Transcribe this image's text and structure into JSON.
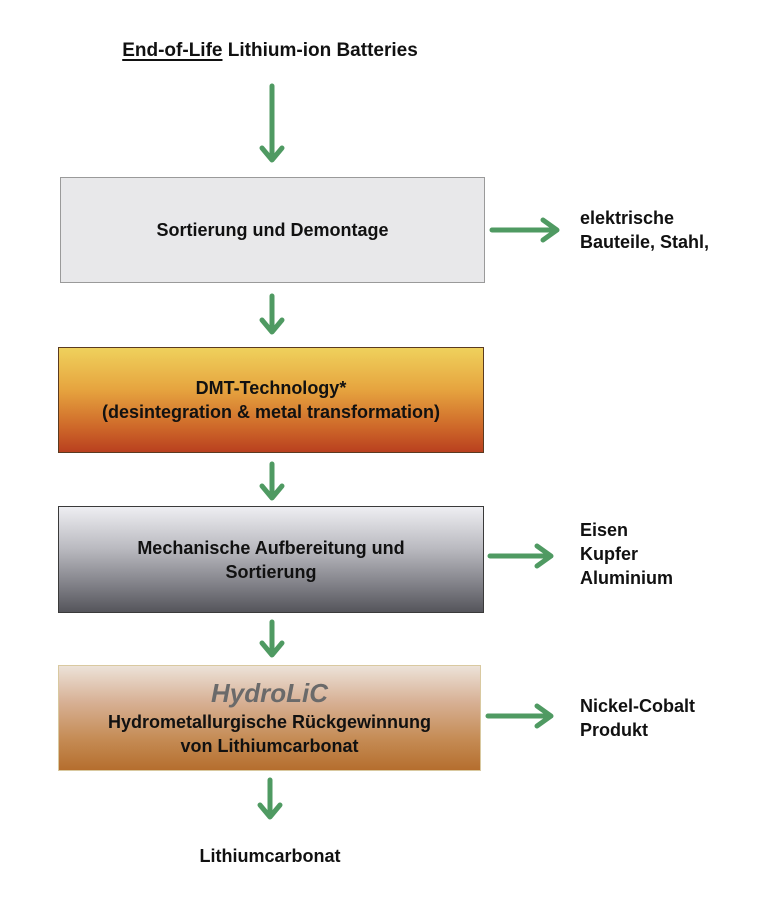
{
  "title": {
    "underlined": "End-of-Life",
    "rest": "Lithium-ion Batteries"
  },
  "steps": {
    "sort": {
      "line1": "Sortierung und Demontage"
    },
    "dmt": {
      "line1": "DMT-Technology*",
      "line2": "(desintegration & metal transformation)"
    },
    "mech": {
      "line1": "Mechanische Aufbereitung und",
      "line2": "Sortierung"
    },
    "hydro": {
      "name": "HydroLiC",
      "line1": "Hydrometallurgische Rückgewinnung",
      "line2": "von Lithiumcarbonat"
    }
  },
  "outputs": {
    "sort": [
      "elektrische",
      "Bauteile, Stahl,"
    ],
    "mech": [
      "Eisen",
      "Kupfer",
      "Aluminium"
    ],
    "hydro": [
      "Nickel-Cobalt",
      "Produkt"
    ]
  },
  "final_output": "Lithiumcarbonat",
  "colors": {
    "arrow": "#4f9a62"
  }
}
